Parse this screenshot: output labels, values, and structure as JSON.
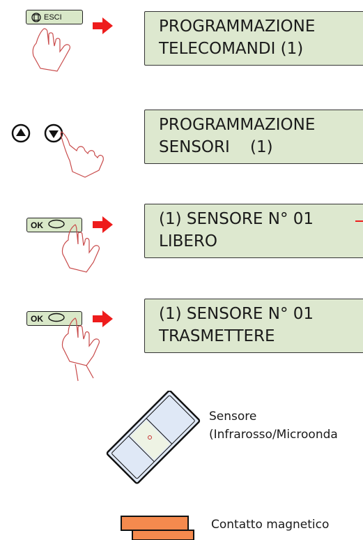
{
  "steps": [
    {
      "button_label": "ESCI",
      "line1": "PROGRAMMAZIONE",
      "line2": "TELECOMANDI (1)"
    },
    {
      "line1": "PROGRAMMAZIONE",
      "line2": "SENSORI    (1)"
    },
    {
      "button_label": "OK",
      "line1": "(1) SENSORE N° 01",
      "line2": "LIBERO"
    },
    {
      "button_label": "OK",
      "line1": "(1) SENSORE N° 01",
      "line2": "TRASMETTERE"
    }
  ],
  "devices": {
    "sensor_caption_1": "Sensore",
    "sensor_caption_2": "(Infrarosso/Microonda",
    "contact_caption": "Contatto magnetico"
  },
  "colors": {
    "lcd_background": "#dde8cf",
    "button_background": "#d9e8c8",
    "arrow": "#ee1c1c",
    "contact_orange": "#f58a4e"
  }
}
